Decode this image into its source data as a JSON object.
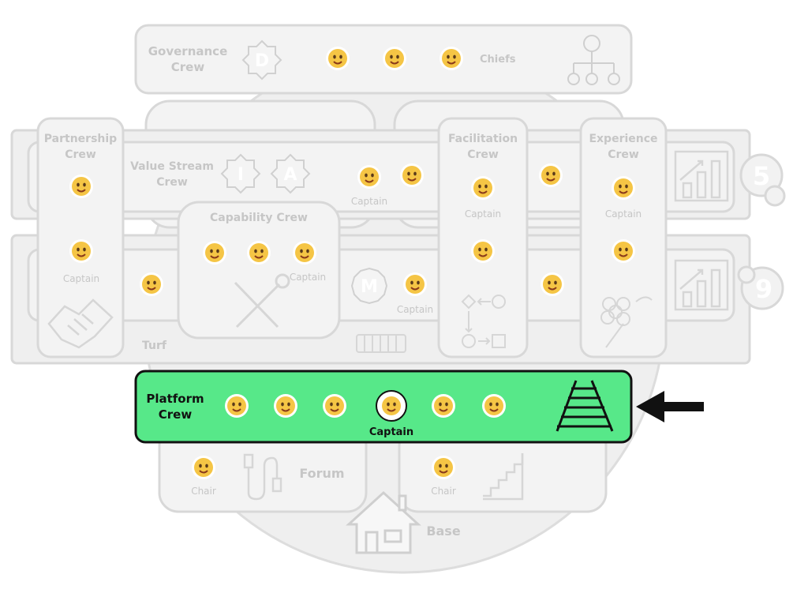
{
  "colors": {
    "background": "#ffffff",
    "faded_fill": "#efefef",
    "faded_stroke": "#d9d9d9",
    "faded_text": "#c6c6c6",
    "highlight_fill": "#57e889",
    "highlight_stroke": "#111111",
    "emoji_face": "#f5b51d",
    "emoji_cheek": "#f07a3a",
    "dark": "#111111"
  },
  "governance": {
    "label_line1": "Governance",
    "label_line2": "Crew",
    "badge": "D",
    "chiefs_label": "Chiefs"
  },
  "partnership": {
    "label_line1": "Partnership",
    "label_line2": "Crew",
    "captain": "Captain"
  },
  "value_stream": {
    "label_line1": "Value Stream",
    "label_line2": "Crew",
    "badge_i": "I",
    "badge_a": "A",
    "captain": "Captain",
    "number": "5"
  },
  "capability": {
    "label": "Capability Crew",
    "captain": "Captain"
  },
  "misc": {
    "badge_m": "M",
    "captain": "Captain",
    "turf_label": "Turf",
    "number": "9"
  },
  "facilitation": {
    "label_line1": "Facilitation",
    "label_line2": "Crew",
    "captain": "Captain"
  },
  "experience": {
    "label_line1": "Experience",
    "label_line2": "Crew",
    "captain": "Captain"
  },
  "platform": {
    "label_line1": "Platform",
    "label_line2": "Crew",
    "captain": "Captain"
  },
  "forum": {
    "label": "Forum",
    "chair_left": "Chair",
    "chair_right": "Chair"
  },
  "base": {
    "label": "Base"
  },
  "icons": [
    "org-chart-icon",
    "handshake-icon",
    "tools-icon",
    "radiator-icon",
    "flowchart-icon",
    "flower-icon",
    "bar-chart-icon",
    "railway-track-icon",
    "arrow-left-icon",
    "cable-icon",
    "stairs-icon",
    "house-icon",
    "emoji-face-icon"
  ]
}
